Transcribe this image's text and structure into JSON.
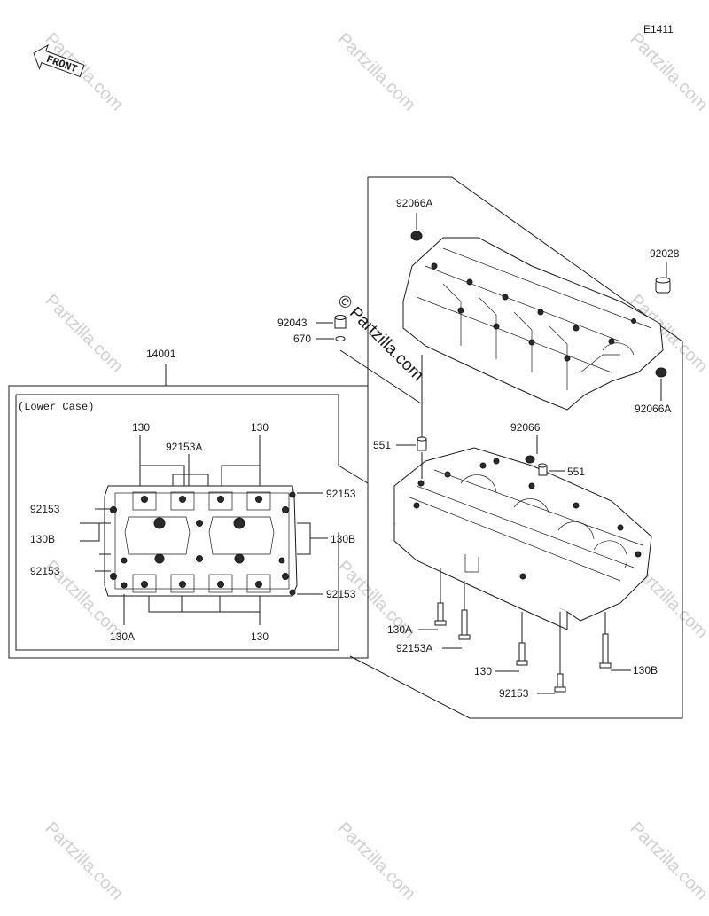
{
  "diagram_code": "E1411",
  "front_label": "FRONT",
  "assembly_number": "14001",
  "lower_case_label": "(Lower Case)",
  "watermark": "© Partzilla.com",
  "watermark_small": "Partzilla.com",
  "parts": {
    "p92066A_top": "92066A",
    "p92028": "92028",
    "p92043": "92043",
    "p670": "670",
    "p92066A_right": "92066A",
    "p92066": "92066",
    "p551_left": "551",
    "p551_right": "551",
    "p130A_bolt": "130A",
    "p92153A_bolt": "92153A",
    "p130_bolt": "130",
    "p130B_bolt": "130B",
    "p92153_bolt": "92153"
  },
  "inset_parts": {
    "p130_tl": "130",
    "p130_tr": "130",
    "p92153A": "92153A",
    "p92153_lt": "92153",
    "p92153_rt": "92153",
    "p130B_l": "130B",
    "p130B_r": "130B",
    "p92153_lb": "92153",
    "p92153_rb": "92153",
    "p130A": "130A",
    "p130_b": "130"
  }
}
